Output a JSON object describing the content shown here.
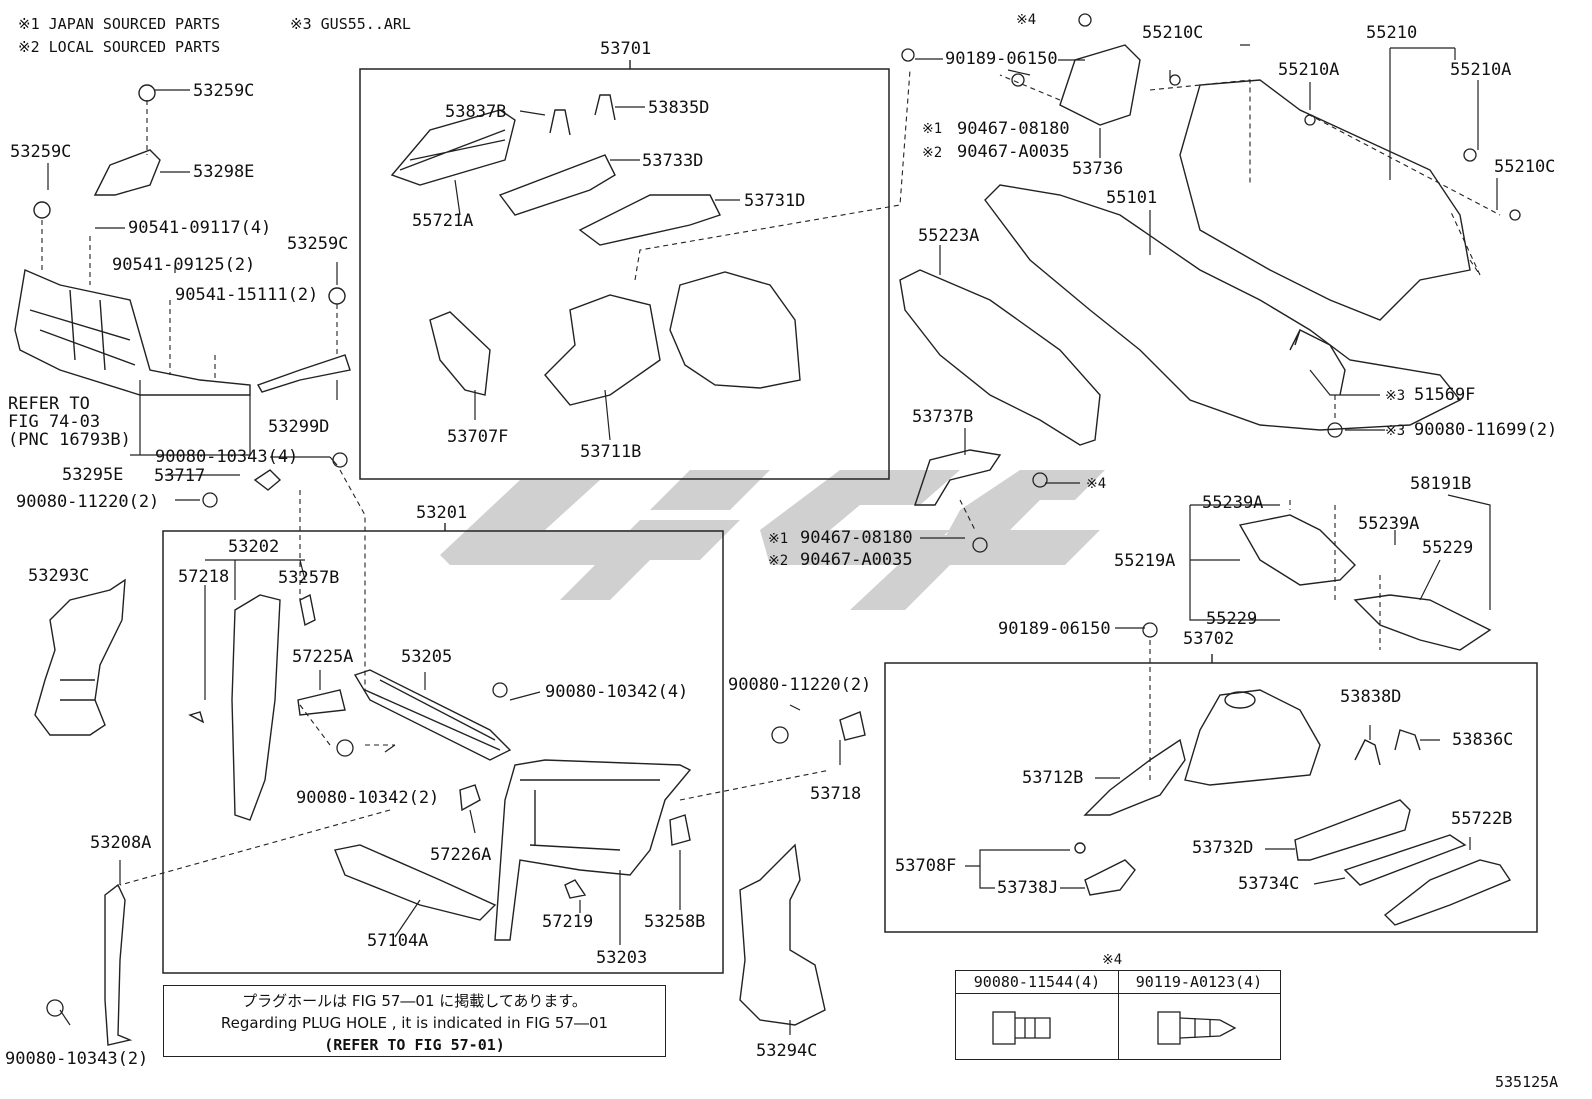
{
  "notes": {
    "n1": "※1 JAPAN SOURCED PARTS",
    "n2": "※2 LOCAL SOURCED PARTS",
    "n3": "※3 GUS55..ARL",
    "n4": "※4"
  },
  "groups": {
    "g53701": "53701",
    "g53201": "53201",
    "g53702": "53702"
  },
  "labels": {
    "p53259C_a": "53259C",
    "p53298E": "53298E",
    "p53259C_b": "53259C",
    "p90541_09117": "90541-09117(4)",
    "p90541_09125": "90541-09125(2)",
    "p90541_15111": "90541-15111(2)",
    "p53259C_c": "53259C",
    "ref1": "REFER TO",
    "ref2": "FIG 74-03",
    "ref3": "(PNC 16793B)",
    "p53299D": "53299D",
    "p53295E": "53295E",
    "p90080_10343a": "90080-10343(4)",
    "p53717": "53717",
    "p90080_11220a": "90080-11220(2)",
    "p53837B": "53837B",
    "p53835D": "53835D",
    "p53733D": "53733D",
    "p55721A": "55721A",
    "p53731D": "53731D",
    "p53707F": "53707F",
    "p53711B": "53711B",
    "p90189_06150a": "90189-06150",
    "x1a": "※1",
    "p90467_08180a": "90467-08180",
    "x2a": "※2",
    "p90467_A0035a": "90467-A0035",
    "p53736": "53736",
    "x4a": "※4",
    "p55210C_a": "55210C",
    "p55210": "55210",
    "p55210A_a": "55210A",
    "p55210A_b": "55210A",
    "p55210C_b": "55210C",
    "p55101": "55101",
    "p55223A": "55223A",
    "x3a": "※3",
    "p51569F": "51569F",
    "x3b": "※3",
    "p90080_11699": "90080-11699(2)",
    "p53737B": "53737B",
    "x4b": "※4",
    "x1b": "※1",
    "p90467_08180b": "90467-08180",
    "x2b": "※2",
    "p90467_A0035b": "90467-A0035",
    "p55239A_a": "55239A",
    "p58191B": "58191B",
    "p55239A_b": "55239A",
    "p55229_a": "55229",
    "p55219A": "55219A",
    "p55229_b": "55229",
    "p90189_06150b": "90189-06150",
    "p53202": "53202",
    "p57218": "57218",
    "p53257B": "53257B",
    "p53293C": "53293C",
    "p57225A": "57225A",
    "p53205": "53205",
    "p90080_10342a": "90080-10342(4)",
    "p90080_10342b": "90080-10342(2)",
    "p57226A": "57226A",
    "p90080_11220b": "90080-11220(2)",
    "p53718": "53718",
    "p53208A": "53208A",
    "p57104A": "57104A",
    "p57219": "57219",
    "p53258B": "53258B",
    "p53203": "53203",
    "p90080_10343b": "90080-10343(2)",
    "p53294C": "53294C",
    "p53838D": "53838D",
    "p53836C": "53836C",
    "p53712B": "53712B",
    "p53732D": "53732D",
    "p55722B": "55722B",
    "p53708F": "53708F",
    "p53738J": "53738J",
    "p53734C": "53734C"
  },
  "footnote_box": {
    "line1": "プラグホールは FIG 57―01 に掲載してあります。",
    "line2": "Regarding  PLUG  HOLE , it is indicated in FIG  57―01",
    "line3": "(REFER TO FIG 57-01)"
  },
  "fastener_table": {
    "title": "※4",
    "col1": "90080-11544(4)",
    "col2": "90119-A0123(4)"
  },
  "figure_id": "535125A",
  "colors": {
    "ink": "#111111",
    "watermark": "#c8c8c8"
  }
}
